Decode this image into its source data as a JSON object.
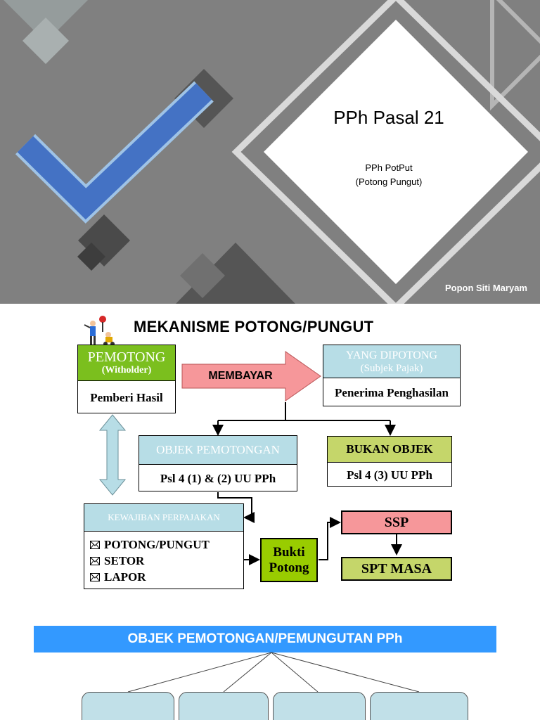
{
  "slide1": {
    "title": "PPh Pasal 21",
    "subtitle_line1": "PPh PotPut",
    "subtitle_line2": "(Potong Pungut)",
    "author": "Popon Siti Maryam",
    "colors": {
      "background": "#808080",
      "check": "#4472c4",
      "diamond": "#ffffff"
    }
  },
  "slide2": {
    "title": "MEKANISME POTONG/PUNGUT",
    "pemotong": {
      "title": "PEMOTONG",
      "subtitle": "(Witholder)",
      "body": "Pemberi Hasil"
    },
    "membayar": "MEMBAYAR",
    "dipotong": {
      "title": "YANG DIPOTONG",
      "subtitle": "(Subjek Pajak)",
      "body": "Penerima Penghasilan"
    },
    "objek": {
      "title": "OBJEK PEMOTONGAN",
      "body": "Psl 4 (1) & (2) UU PPh"
    },
    "bukan_objek": {
      "title": "BUKAN OBJEK",
      "body": "Psl 4 (3) UU PPh"
    },
    "kewajiban": {
      "title": "KEWAJIBAN PERPAJAKAN",
      "items": [
        "POTONG/PUNGUT",
        "SETOR",
        "LAPOR"
      ]
    },
    "bukti_line1": "Bukti",
    "bukti_line2": "Potong",
    "ssp": "SSP",
    "spt": "SPT MASA",
    "icons": [
      "people-clipart-icon",
      "envelope-icon"
    ],
    "colors": {
      "green": "#7bbf1e",
      "light_blue": "#b7dde6",
      "olive": "#c5d66a",
      "pink": "#f6979a",
      "bukti": "#99cc00"
    }
  },
  "slide3": {
    "banner": "OBJEK PEMOTONGAN/PEMUNGUTAN PPh",
    "colors": {
      "banner": "#3399ff",
      "box": "#c1e0e8"
    }
  }
}
